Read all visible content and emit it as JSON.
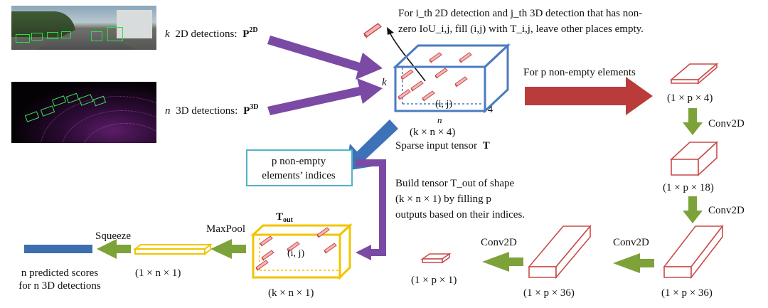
{
  "inputs": {
    "det2d": {
      "count_var": "k",
      "text": "2D detections:",
      "symbol": "P",
      "sup": "2D"
    },
    "det3d": {
      "count_var": "n",
      "text": "3D detections:",
      "symbol": "P",
      "sup": "3D"
    }
  },
  "annotation": {
    "line1": "For i_th 2D detection and j_th 3D detection that has non-",
    "line2": "zero IoU_i,j, fill (i,j) with T_i,j, leave other places empty."
  },
  "tensor": {
    "k_label": "k",
    "n_label": "n",
    "depth_label": "4",
    "cell_label": "(i, j)",
    "shape": "(k × n × 4)",
    "caption": "Sparse input tensor",
    "caption_symbol": "T"
  },
  "flow": {
    "nonempty_text": "For p non-empty elements",
    "indices_line1": "p non-empty",
    "indices_line2": "elements’ indices",
    "build_line1": "Build tensor T_out of shape",
    "build_line2": "(k × n × 1) by filling p",
    "build_line3": "outputs based on their indices."
  },
  "stack": [
    {
      "shape": "(1 × p × 4)"
    },
    {
      "op": "Conv2D",
      "shape": "(1 × p × 18)"
    },
    {
      "op": "Conv2D",
      "shape": "(1 × p × 36)"
    },
    {
      "op": "Conv2D",
      "shape": "(1 × p × 36)"
    },
    {
      "op": "Conv2D",
      "shape": "(1 × p × 1)"
    }
  ],
  "output": {
    "tout_label": "T_out",
    "tout_cell": "(i, j)",
    "tout_shape": "(k × n × 1)",
    "maxpool": "MaxPool",
    "pooled_shape": "(1 × n × 1)",
    "squeeze": "Squeeze",
    "scores_line1": "n predicted scores",
    "scores_line2": "for n 3D detections"
  },
  "colors": {
    "purple": "#7b4aa5",
    "blue_arrow": "#3d72b8",
    "red_arrow": "#b93c3a",
    "green": "#7da23a",
    "tensor_blue": "#4b7bc0",
    "cell_pink": "#e07a7a",
    "yellow": "#f2c400",
    "cyan_box": "#4fb4c6",
    "score_bar": "#3d6fb0"
  }
}
